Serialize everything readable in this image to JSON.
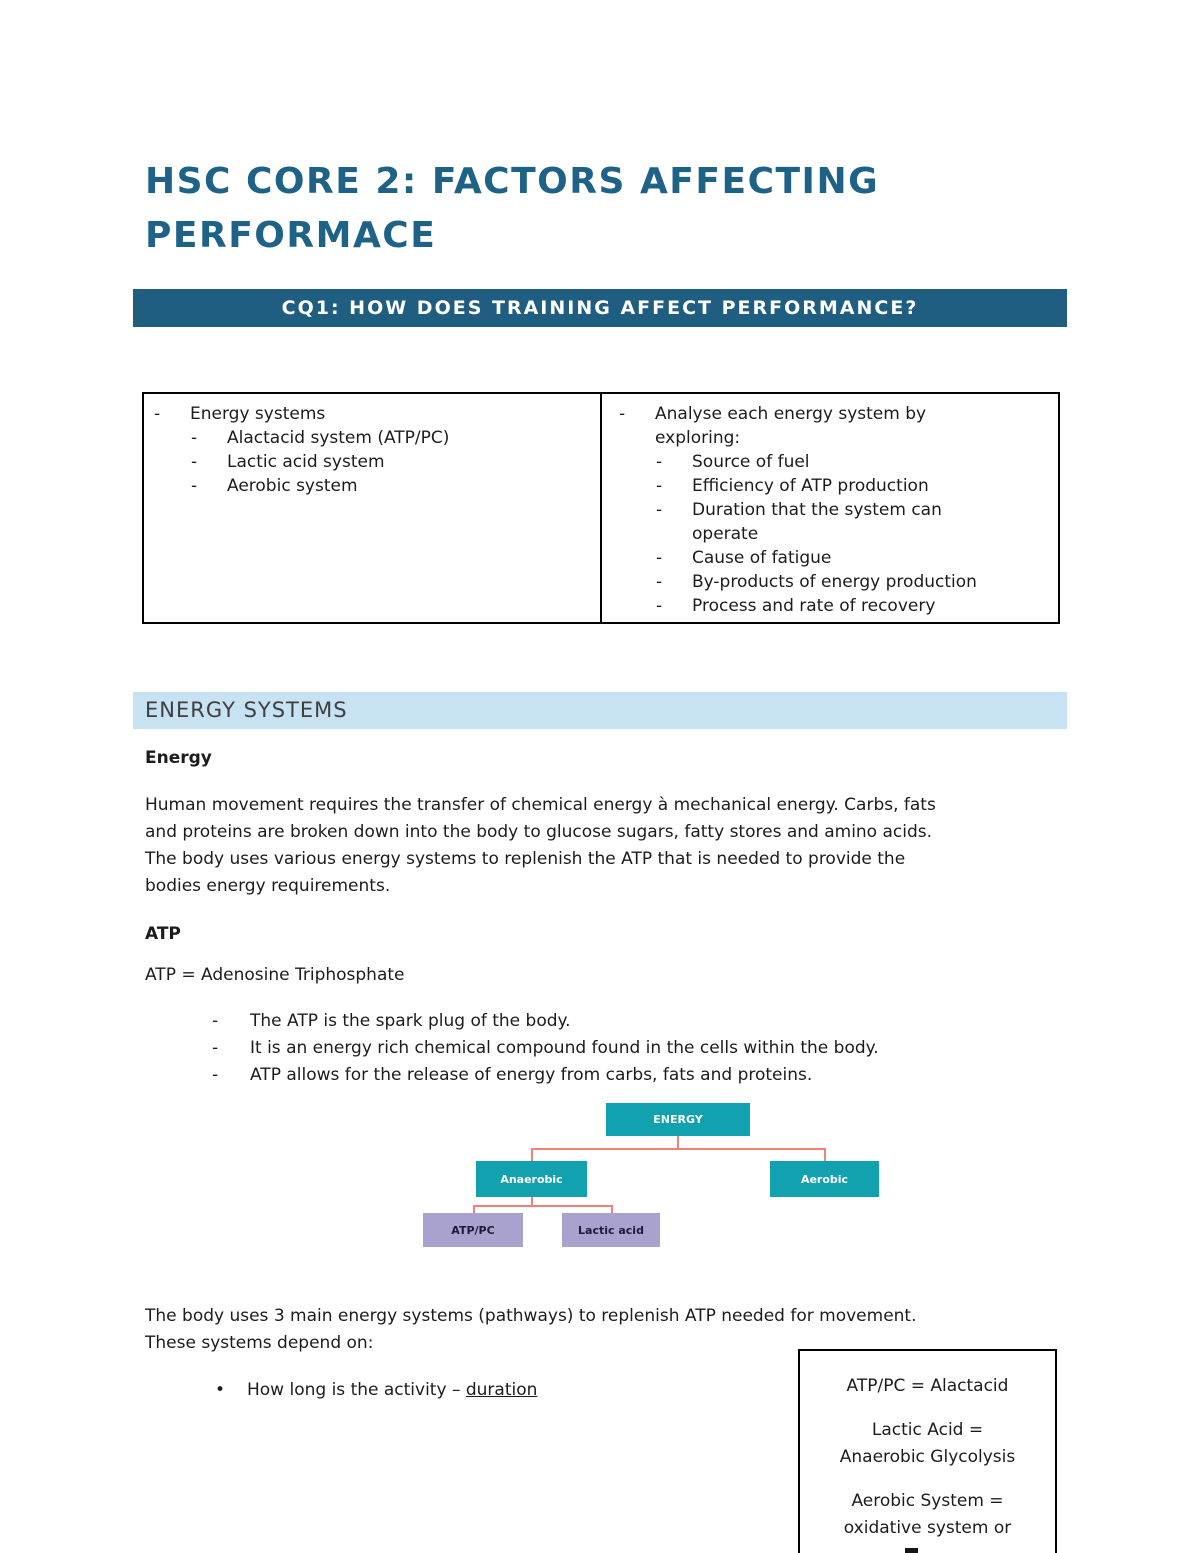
{
  "document": {
    "title": "HSC CORE 2: FACTORS AFFECTING PERFORMACE",
    "banner": "CQ1: HOW DOES TRAINING AFFECT PERFORMANCE?"
  },
  "overview_table": {
    "left": {
      "heading": "Energy systems",
      "items": [
        "Alactacid system (ATP/PC)",
        "Lactic acid system",
        "Aerobic system"
      ]
    },
    "right": {
      "heading_lines": [
        "Analyse each energy system by",
        "exploring:"
      ],
      "items": [
        [
          "Source of fuel"
        ],
        [
          "Efficiency of ATP production"
        ],
        [
          "Duration that the system can",
          "operate"
        ],
        [
          "Cause of fatigue"
        ],
        [
          "By-products of energy production"
        ],
        [
          "Process and rate of recovery"
        ]
      ]
    }
  },
  "energy_systems": {
    "section_header": "ENERGY SYSTEMS",
    "energy_heading": "Energy",
    "energy_paragraph_lines": [
      "Human movement requires the transfer of chemical energy à mechanical energy. Carbs, fats",
      "and proteins are broken down into the body to glucose sugars, fatty stores and amino acids.",
      "The body uses various energy systems to replenish the ATP that is needed to provide the",
      "bodies energy requirements."
    ],
    "atp_heading": "ATP",
    "atp_definition": "ATP = Adenosine Triphosphate",
    "atp_points": [
      "The ATP is the spark plug of the body.",
      "It is an energy rich chemical compound found in the cells within the body.",
      "ATP allows for the release of energy from carbs, fats and proteins."
    ]
  },
  "energy_diagram": {
    "root": "ENERGY",
    "branch_left": "Anaerobic",
    "branch_right": "Aerobic",
    "leaf_left": "ATP/PC",
    "leaf_right": "Lactic acid"
  },
  "pathways": {
    "paragraph_lines": [
      "The body uses 3 main energy systems (pathways) to replenish ATP needed for movement.",
      "These systems depend on:"
    ],
    "bullet_text": "How long is the activity – ",
    "bullet_underlined": "duration"
  },
  "definitions_box": {
    "lines": [
      "ATP/PC = Alactacid",
      "Lactic Acid =",
      "Anaerobic Glycolysis",
      "Aerobic System =",
      "oxidative system or"
    ]
  },
  "colors": {
    "title": "#1F6288",
    "banner_bg": "#1F5E80",
    "section_header_bg": "#C7E2F3",
    "diagram_teal": "#12A1AE",
    "diagram_purple": "#A9A2CF",
    "diagram_connector": "#F08174",
    "text": "#1C1C1C"
  }
}
